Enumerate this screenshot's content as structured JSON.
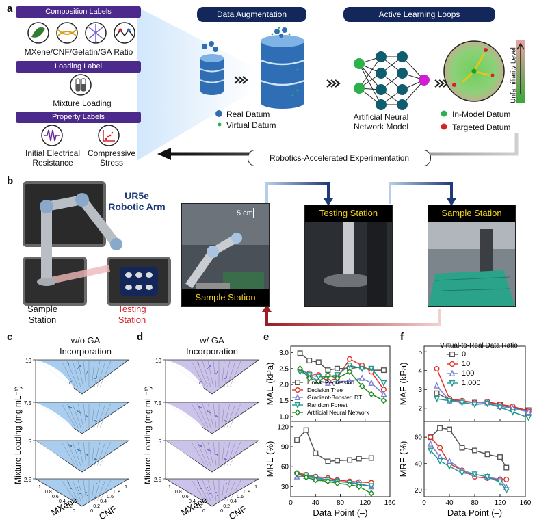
{
  "panel_letters": {
    "a": "a",
    "b": "b",
    "c": "c",
    "d": "d",
    "e": "e",
    "f": "f"
  },
  "panel_a": {
    "composition_labels": "Composition Labels",
    "composition_ratio": "MXene/CNF/Gelatin/GA Ratio",
    "loading_label": "Loading Label",
    "mixture_loading": "Mixture Loading",
    "property_labels": "Property Labels",
    "initial_resistance_1": "Initial Electrical",
    "initial_resistance_2": "Resistance",
    "compressive_1": "Compressive",
    "compressive_2": "Stress",
    "data_augmentation": "Data Augmentation",
    "active_learning": "Active Learning Loops",
    "real_datum": "Real Datum",
    "virtual_datum": "Virtual Datum",
    "ann_1": "Artificial Neural",
    "ann_2": "Network Model",
    "in_model_datum": "In-Model Datum",
    "targeted_datum": "Targeted Datum",
    "unfamiliarity": "Unfamiliarity Level",
    "robotics": "Robotics-Accelerated Experimentation",
    "colors": {
      "purple": "#4b2a8c",
      "navy": "#13275a",
      "blue": "#2f6db5",
      "teal": "#0e5e6f",
      "green": "#2bb24c",
      "red": "#d8202a"
    }
  },
  "panel_b": {
    "robot_title_1": "UR5e",
    "robot_title_2": "Robotic Arm",
    "sample_station_1": "Sample",
    "sample_station_2": "Station",
    "testing_station_1": "Testing",
    "testing_station_2": "Station",
    "scale_bar": "5 cm",
    "photo1_label": "Sample Station",
    "photo2_label": "Testing Station",
    "photo3_label": "Sample Station"
  },
  "panel_c": {
    "title_1": "w/o GA",
    "title_2": "Incorporation"
  },
  "panel_d": {
    "title_1": "w/ GA",
    "title_2": "Incorporation"
  },
  "ternary": {
    "y_label": "Mixture Loading (mg mL⁻¹)",
    "levels": [
      "10",
      "7.5",
      "5",
      "2.5"
    ],
    "mxene_label": "MXene",
    "cnf_label": "CNF",
    "ticks": [
      "1",
      "0.8",
      "0.6",
      "0.4",
      "0.2",
      "0"
    ]
  },
  "chart_data": [
    {
      "type": "line",
      "panel": "e",
      "xlabel": "Data Point (–)",
      "ylabel": "MAE (kPa)",
      "xlim": [
        0,
        160
      ],
      "ylim": [
        0.85,
        3.2
      ],
      "xticks": [
        "0",
        "40",
        "80",
        "120",
        "160"
      ],
      "yticks": [
        "1.0",
        "1.5",
        "2.0",
        "2.5",
        "3.0"
      ],
      "x": [
        15,
        30,
        45,
        60,
        75,
        95,
        115,
        130,
        150
      ],
      "series": [
        {
          "name": "Linear Regression",
          "color": "#555555",
          "marker": "square",
          "values": [
            2.98,
            2.75,
            2.7,
            2.45,
            2.5,
            2.5,
            2.55,
            2.45,
            2.45
          ]
        },
        {
          "name": "Decision Tree",
          "color": "#e0322a",
          "marker": "circle",
          "values": [
            2.45,
            2.35,
            2.3,
            2.1,
            2.2,
            2.8,
            2.6,
            2.4,
            1.85
          ]
        },
        {
          "name": "Gradient-Boosted DT",
          "color": "#7b7fd0",
          "marker": "triangle",
          "values": [
            2.5,
            2.3,
            2.1,
            2.05,
            2.1,
            2.1,
            2.2,
            2.05,
            1.7
          ]
        },
        {
          "name": "Random Forest",
          "color": "#1f9a8e",
          "marker": "triangle-down",
          "values": [
            2.4,
            2.3,
            2.25,
            2.25,
            2.3,
            2.6,
            2.5,
            2.5,
            2.05
          ]
        },
        {
          "name": "Artificial Neural Network",
          "color": "#1f8a1f",
          "marker": "diamond",
          "values": [
            2.5,
            2.2,
            2.1,
            2.3,
            2.2,
            2.4,
            1.95,
            1.7,
            1.5
          ]
        }
      ]
    },
    {
      "type": "line",
      "panel": "e",
      "xlabel": "Data Point (–)",
      "ylabel": "MRE (%)",
      "xlim": [
        0,
        160
      ],
      "ylim": [
        15,
        128
      ],
      "xticks": [
        "0",
        "40",
        "80",
        "120",
        "160"
      ],
      "yticks": [
        "30",
        "60",
        "90",
        "120"
      ],
      "x": [
        10,
        25,
        40,
        60,
        75,
        95,
        110,
        130
      ],
      "series": [
        {
          "name": "Linear Regression",
          "color": "#555555",
          "marker": "square",
          "values": [
            100,
            115,
            80,
            68,
            69,
            70,
            72,
            73
          ]
        },
        {
          "name": "Decision Tree",
          "color": "#e0322a",
          "marker": "circle",
          "values": [
            50,
            48,
            45,
            43,
            40,
            38,
            37,
            36
          ]
        },
        {
          "name": "Gradient-Boosted DT",
          "color": "#7b7fd0",
          "marker": "triangle",
          "values": [
            45,
            46,
            42,
            40,
            38,
            36,
            35,
            30
          ]
        },
        {
          "name": "Random Forest",
          "color": "#1f9a8e",
          "marker": "triangle-down",
          "values": [
            48,
            47,
            44,
            40,
            38,
            36,
            33,
            31
          ]
        },
        {
          "name": "Artificial Neural Network",
          "color": "#1f8a1f",
          "marker": "diamond",
          "values": [
            50,
            44,
            40,
            38,
            35,
            33,
            30,
            20
          ]
        }
      ]
    },
    {
      "type": "line",
      "panel": "f",
      "legend_title": "Virtual-to-Real Data Ratio",
      "xlabel": "Data Point (–)",
      "ylabel": "MAE (kPa)",
      "xlim": [
        0,
        160
      ],
      "ylim": [
        1.3,
        5.3
      ],
      "xticks": [
        "0",
        "40",
        "80",
        "120",
        "160"
      ],
      "yticks": [
        "2",
        "3",
        "4",
        "5"
      ],
      "x": [
        20,
        40,
        60,
        80,
        100,
        120,
        140,
        165
      ],
      "series": [
        {
          "name": "0",
          "color": "#555555",
          "marker": "square",
          "values": [
            2.8,
            2.45,
            2.35,
            2.3,
            2.3,
            2.2,
            2.0,
            1.9
          ]
        },
        {
          "name": "10",
          "color": "#e0322a",
          "marker": "circle",
          "values": [
            4.1,
            2.5,
            2.4,
            2.3,
            2.35,
            2.2,
            2.1,
            1.85
          ]
        },
        {
          "name": "100",
          "color": "#7b7fd0",
          "marker": "triangle",
          "values": [
            3.2,
            2.4,
            2.35,
            2.3,
            2.3,
            2.1,
            2.0,
            1.8
          ]
        },
        {
          "name": "1,000",
          "color": "#1f9a8e",
          "marker": "triangle-down",
          "values": [
            2.5,
            2.4,
            2.3,
            2.2,
            2.25,
            2.05,
            1.8,
            1.5
          ]
        }
      ]
    },
    {
      "type": "line",
      "panel": "f",
      "xlabel": "Data Point (–)",
      "ylabel": "MRE (%)",
      "xlim": [
        0,
        160
      ],
      "ylim": [
        15,
        72
      ],
      "xticks": [
        "0",
        "40",
        "80",
        "120",
        "160"
      ],
      "yticks": [
        "20",
        "40",
        "60"
      ],
      "x": [
        10,
        25,
        40,
        60,
        80,
        100,
        120,
        130
      ],
      "series": [
        {
          "name": "0",
          "color": "#555555",
          "marker": "square",
          "values": [
            60,
            67,
            66,
            52,
            50,
            47,
            45,
            37
          ]
        },
        {
          "name": "10",
          "color": "#e0322a",
          "marker": "circle",
          "values": [
            60,
            52,
            40,
            35,
            30,
            29,
            28,
            28
          ]
        },
        {
          "name": "100",
          "color": "#7b7fd0",
          "marker": "triangle",
          "values": [
            55,
            45,
            42,
            35,
            32,
            30,
            28,
            22
          ]
        },
        {
          "name": "1,000",
          "color": "#1f9a8e",
          "marker": "triangle-down",
          "values": [
            50,
            42,
            38,
            33,
            32,
            30,
            26,
            20
          ]
        }
      ]
    }
  ]
}
